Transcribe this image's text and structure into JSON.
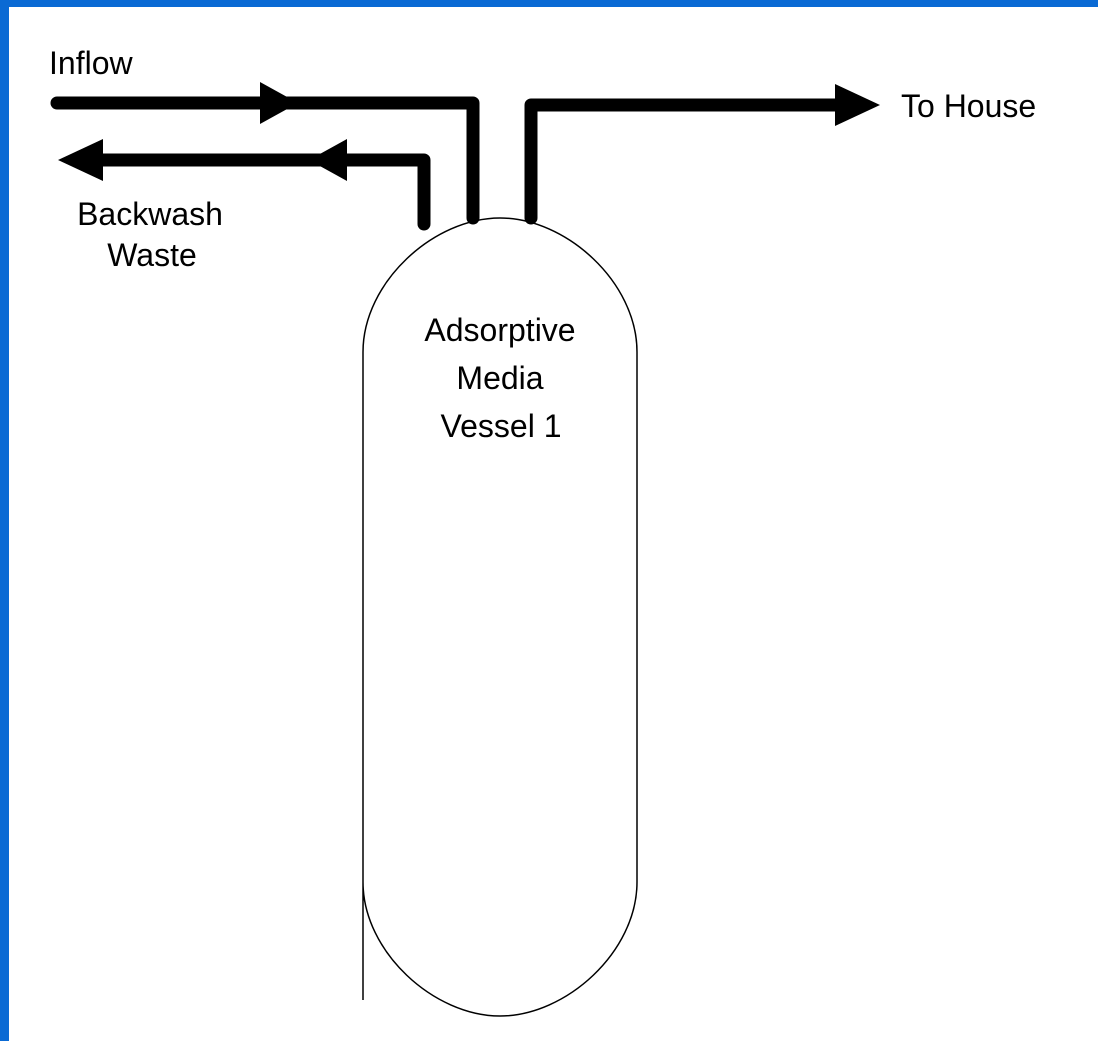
{
  "diagram": {
    "labels": {
      "inflow": "Inflow",
      "to_house": "To House",
      "backwash_line1": "Backwash",
      "backwash_line2": "Waste",
      "vessel_line1": "Adsorptive",
      "vessel_line2": "Media",
      "vessel_line3": "Vessel 1"
    },
    "colors": {
      "frame": "#0a6ad4",
      "line": "#000000",
      "background": "#ffffff"
    }
  }
}
